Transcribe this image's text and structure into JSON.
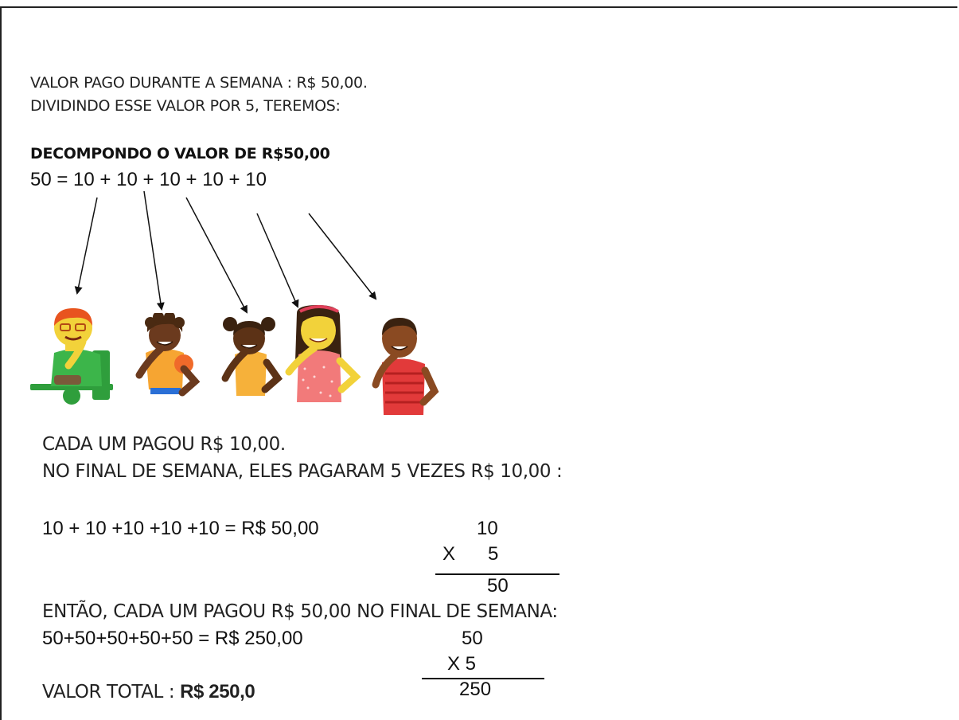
{
  "intro": {
    "line1": "VALOR PAGO DURANTE A SEMANA : R$ 50,00.",
    "line2": "DIVIDINDO ESSE VALOR POR 5, TEREMOS:"
  },
  "decompose": {
    "heading": "DECOMPONDO O VALOR DE R$50,00",
    "equation": "50 = 10 + 10 + 10 + 10 + 10"
  },
  "people": [
    {
      "name": "boy with glasses in wheelchair",
      "shirt": "#3cb54a",
      "hair": "#e8541f",
      "skin": "#f2d23a"
    },
    {
      "name": "boy with curly hair",
      "shirt": "#f6a532",
      "hair": "#4a2a12",
      "skin": "#6b3a1e"
    },
    {
      "name": "girl with hair buns",
      "shirt": "#f6b13a",
      "hair": "#3a2210",
      "skin": "#5c3216"
    },
    {
      "name": "girl with long hair",
      "shirt": "#f27a7a",
      "hair": "#3a2210",
      "skin": "#f2d23a"
    },
    {
      "name": "boy in striped shirt",
      "shirt": "#e23a3a",
      "hair": "#3a2210",
      "skin": "#8a4a22"
    }
  ],
  "summary": {
    "line1": "CADA UM PAGOU R$ 10,00.",
    "line2": "NO FINAL DE SEMANA, ELES PAGARAM 5 VEZES R$ 10,00 :"
  },
  "sum1": {
    "equation": "10 + 10 +10 +10 +10 = R$ 50,00",
    "top": "10",
    "op": "X",
    "multiplier": "5",
    "result": "50"
  },
  "result_line": "ENTÃO, CADA UM PAGOU R$ 50,00 NO FINAL DE SEMANA:",
  "sum2": {
    "equation": "50+50+50+50+50 = R$ 250,00",
    "top": "50",
    "multiplier_line": "X 5",
    "result": "250"
  },
  "total": {
    "label": "VALOR TOTAL : ",
    "value": "R$ 250,0"
  }
}
